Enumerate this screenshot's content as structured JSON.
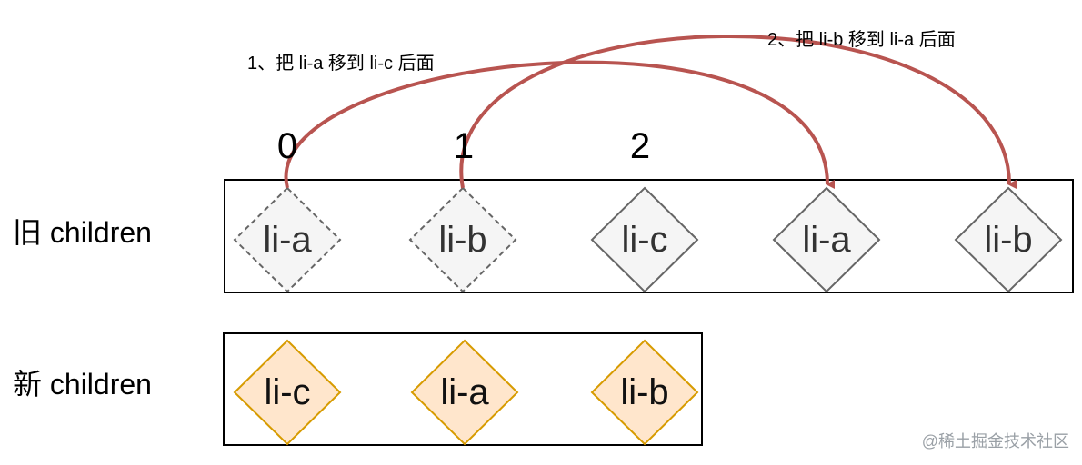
{
  "rows": {
    "old": {
      "label": "旧 children"
    },
    "new": {
      "label": "新 children"
    }
  },
  "indices": [
    "0",
    "1",
    "2"
  ],
  "old_children": [
    {
      "text": "li-a",
      "state": "moved-from"
    },
    {
      "text": "li-b",
      "state": "moved-from"
    },
    {
      "text": "li-c",
      "state": "normal"
    },
    {
      "text": "li-a",
      "state": "moved-to"
    },
    {
      "text": "li-b",
      "state": "moved-to"
    }
  ],
  "new_children": [
    {
      "text": "li-c"
    },
    {
      "text": "li-a"
    },
    {
      "text": "li-b"
    }
  ],
  "moves": [
    {
      "step": "1",
      "label": "1、把 li-a 移到 li-c 后面",
      "from_index": 0,
      "to_slot": 3
    },
    {
      "step": "2",
      "label": "2、把 li-b 移到 li-a 后面",
      "from_index": 1,
      "to_slot": 4
    }
  ],
  "colors": {
    "arrow": "#b85450",
    "old_fill": "#f5f5f5",
    "old_stroke": "#666666",
    "new_fill": "#ffe6cc",
    "new_stroke": "#d79b00"
  },
  "watermark": "@稀土掘金技术社区"
}
